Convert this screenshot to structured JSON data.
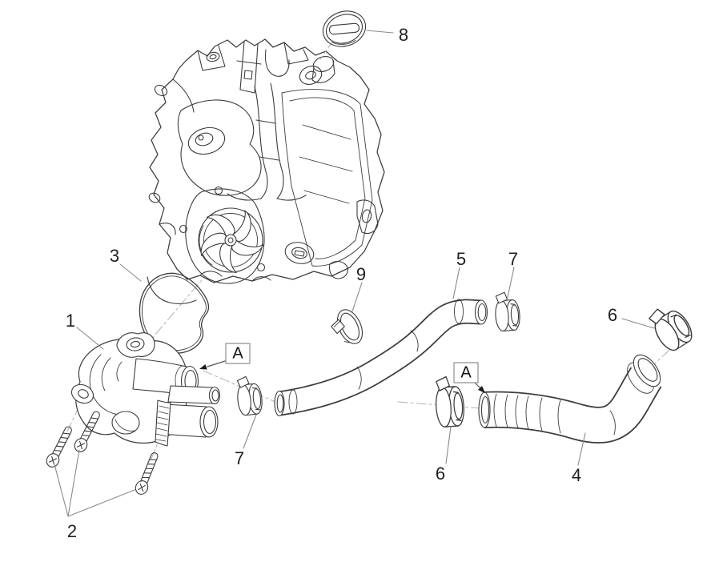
{
  "diagram": {
    "background_color": "#ffffff",
    "line_color": "#3c3c3c",
    "leader_color": "#8a8a8a",
    "centerline_color": "#b0b0b0",
    "label_color": "#1f1f1f",
    "callouts": [
      {
        "label": "1"
      },
      {
        "label": "2"
      },
      {
        "label": "3"
      },
      {
        "label": "4"
      },
      {
        "label": "5"
      },
      {
        "label": "6"
      },
      {
        "label": "6"
      },
      {
        "label": "7"
      },
      {
        "label": "7"
      },
      {
        "label": "8"
      },
      {
        "label": "9"
      }
    ],
    "ref_markers": [
      {
        "label": "A"
      },
      {
        "label": "A"
      }
    ]
  }
}
